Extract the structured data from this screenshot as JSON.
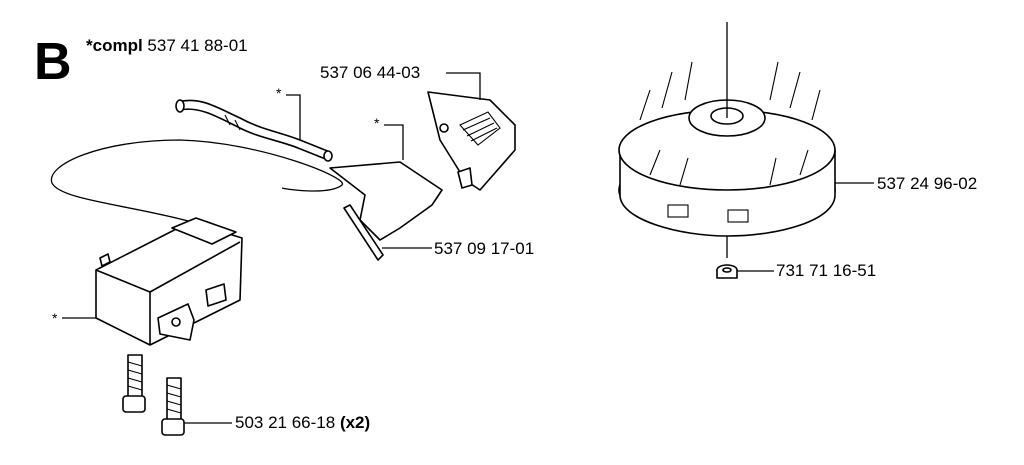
{
  "section": {
    "letter": "B"
  },
  "kit": {
    "prefix": "*compl",
    "number": "537 41 88-01"
  },
  "parts": {
    "cover": "537 06 44-03",
    "bracket": "537 09 17-01",
    "flywheel": "537 24 96-02",
    "nut": "731 71 16-51",
    "screw": "503 21 66-18",
    "screw_qty": "(x2)"
  },
  "kit_marker": "*"
}
